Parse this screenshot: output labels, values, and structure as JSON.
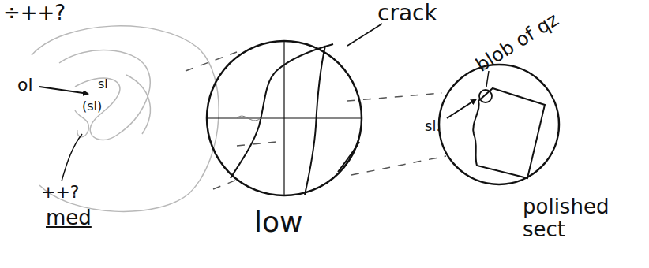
{
  "diagram": {
    "labels": [
      "÷++?",
      "ol",
      "sl",
      "(sl)",
      "++?",
      "med",
      "crack",
      "low",
      "blob of qz",
      "sl.",
      "polished sect"
    ]
  }
}
